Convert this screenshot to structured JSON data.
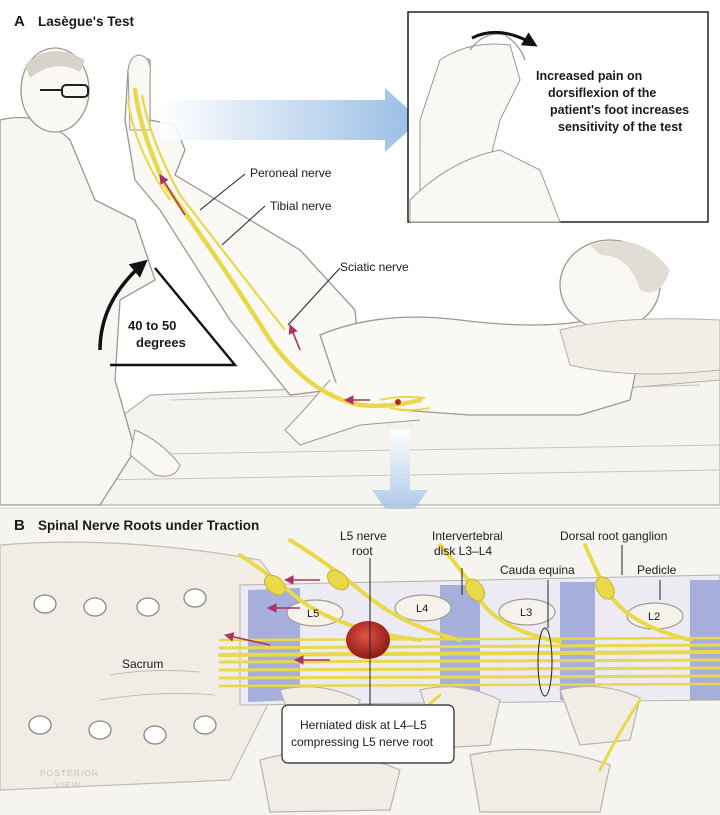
{
  "panelA": {
    "letter": "A",
    "title": "Lasègue's Test",
    "inset_text": [
      "Increased pain on",
      "dorsiflexion of the",
      "patient's foot increases",
      "sensitivity of the test"
    ],
    "angle_text": [
      "40 to 50",
      "degrees"
    ],
    "labels": {
      "peroneal": "Peroneal nerve",
      "tibial": "Tibial nerve",
      "sciatic": "Sciatic nerve"
    }
  },
  "panelB": {
    "letter": "B",
    "title": "Spinal Nerve Roots under Traction",
    "labels": {
      "l5root": [
        "L5 nerve",
        "root"
      ],
      "disk": [
        "Intervertebral",
        "disk L3–L4"
      ],
      "ganglion": "Dorsal root ganglion",
      "cauda": "Cauda equina",
      "pedicle": "Pedicle",
      "sacrum": "Sacrum"
    },
    "vertebrae": [
      "L5",
      "L4",
      "L3",
      "L2"
    ],
    "callout": [
      "Herniated disk at L4–L5",
      "compressing L5 nerve root"
    ],
    "view_label": [
      "POSTERIOR",
      "VIEW"
    ]
  },
  "colors": {
    "nerve": "#e8d84a",
    "arrow_blue": "#a9c8e8",
    "disk_blue": "#9fa8d9",
    "bone": "#f1ede6",
    "herniation": "#b8261b",
    "traction_arrow": "#b03060"
  }
}
